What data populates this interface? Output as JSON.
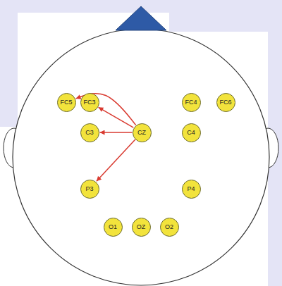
{
  "diagram": {
    "nodes": [
      {
        "text": [
          "FC5"
        ]
      },
      {
        "text": [
          "FC3"
        ]
      },
      {
        "text": [
          "FC4"
        ]
      },
      {
        "text": [
          "FC6"
        ]
      },
      {
        "text": [
          "C3"
        ]
      },
      {
        "text": [
          "CZ"
        ]
      },
      {
        "text": [
          "C4"
        ]
      },
      {
        "text": [
          "P3"
        ]
      },
      {
        "text": [
          "P4"
        ]
      },
      {
        "text": [
          "O1"
        ]
      },
      {
        "text": [
          "OZ"
        ]
      },
      {
        "text": [
          "O2"
        ]
      }
    ],
    "edges": [
      {
        "from": 5,
        "to": 0,
        "arrow": "to"
      },
      {
        "from": 5,
        "to": 1,
        "arrow": "to"
      },
      {
        "from": 5,
        "to": 4,
        "arrow": "to"
      },
      {
        "from": 5,
        "to": 7,
        "arrow": "to"
      }
    ]
  }
}
